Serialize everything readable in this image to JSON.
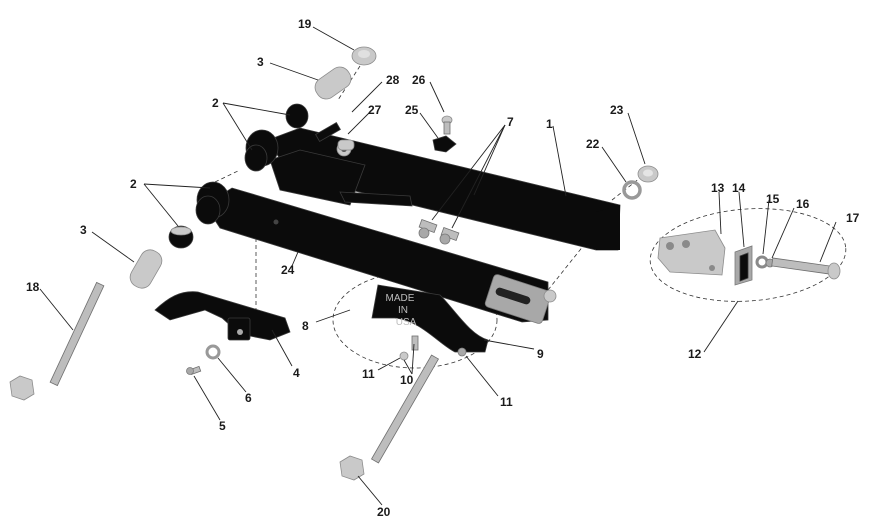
{
  "diagram": {
    "stamp_text": [
      "MADE",
      "IN",
      "USA"
    ],
    "callouts": [
      {
        "id": "c19",
        "label": "19"
      },
      {
        "id": "c3a",
        "label": "3"
      },
      {
        "id": "c28",
        "label": "28"
      },
      {
        "id": "c26",
        "label": "26"
      },
      {
        "id": "c2a",
        "label": "2"
      },
      {
        "id": "c27",
        "label": "27"
      },
      {
        "id": "c25",
        "label": "25"
      },
      {
        "id": "c7",
        "label": "7"
      },
      {
        "id": "c1",
        "label": "1"
      },
      {
        "id": "c23",
        "label": "23"
      },
      {
        "id": "c22",
        "label": "22"
      },
      {
        "id": "c2b",
        "label": "2"
      },
      {
        "id": "c13",
        "label": "13"
      },
      {
        "id": "c14",
        "label": "14"
      },
      {
        "id": "c15",
        "label": "15"
      },
      {
        "id": "c16",
        "label": "16"
      },
      {
        "id": "c17",
        "label": "17"
      },
      {
        "id": "c3b",
        "label": "3"
      },
      {
        "id": "c24",
        "label": "24"
      },
      {
        "id": "c18",
        "label": "18"
      },
      {
        "id": "c8",
        "label": "8"
      },
      {
        "id": "c12",
        "label": "12"
      },
      {
        "id": "c9",
        "label": "9"
      },
      {
        "id": "c4",
        "label": "4"
      },
      {
        "id": "c11a",
        "label": "11"
      },
      {
        "id": "c10",
        "label": "10"
      },
      {
        "id": "c6",
        "label": "6"
      },
      {
        "id": "c11b",
        "label": "11"
      },
      {
        "id": "c5",
        "label": "5"
      },
      {
        "id": "c20",
        "label": "20"
      }
    ]
  }
}
